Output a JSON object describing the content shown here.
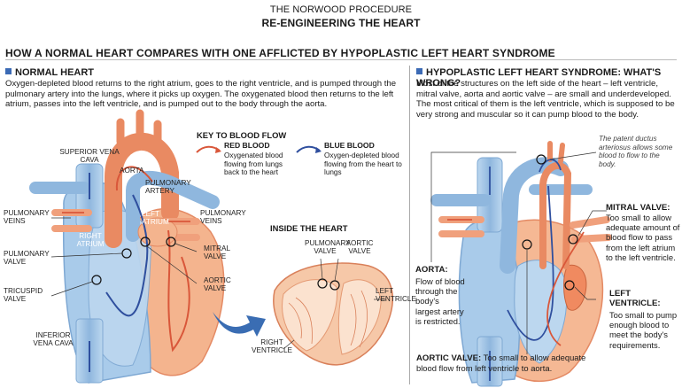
{
  "header": {
    "kicker": "THE NORWOOD PROCEDURE",
    "headline": "RE-ENGINEERING THE HEART",
    "subhead": "HOW A NORMAL HEART COMPARES WITH ONE AFFLICTED BY HYPOPLASTIC LEFT HEART SYNDROME"
  },
  "colors": {
    "red_blood": "#d9573a",
    "blue_blood": "#2f4f9e",
    "heart_tissue": "#f2a47c",
    "vessel_blue": "#9dc3e6",
    "bullet": "#3b6ab5"
  },
  "normal": {
    "title": "NORMAL HEART",
    "body": "Oxygen-depleted blood returns to the right atrium, goes to the right ventricle, and is pumped through the pulmonary artery into the lungs, where it picks up oxygen. The oxygenated blood then returns to the left atrium, passes into the left ventricle, and is pumped out to the body through the aorta.",
    "labels": {
      "superior_vena_cava": "SUPERIOR VENA CAVA",
      "aorta": "AORTA",
      "pulmonary_artery": "PULMONARY ARTERY",
      "pulmonary_veins_left": "PULMONARY VEINS",
      "pulmonary_veins_right": "PULMONARY VEINS",
      "right_atrium": "RIGHT ATRIUM",
      "left_atrium": "LEFT ATRIUM",
      "pulmonary_valve": "PULMONARY VALVE",
      "mitral_valve": "MITRAL VALVE",
      "aortic_valve": "AORTIC VALVE",
      "tricuspid_valve": "TRICUSPID VALVE",
      "inferior_vena_cava": "INFERIOR VENA CAVA"
    }
  },
  "key": {
    "title": "KEY TO BLOOD FLOW",
    "red_name": "RED BLOOD",
    "red_desc": "Oxygenated blood flowing from lungs back to the heart",
    "blue_name": "BLUE BLOOD",
    "blue_desc": "Oxygen-depleted blood flowing from the heart to lungs"
  },
  "inside": {
    "title": "INSIDE THE HEART",
    "pulmonary_valve": "PULMONARY VALVE",
    "aortic_valve": "AORTIC VALVE",
    "left_ventricle": "LEFT VENTRICLE",
    "right_ventricle": "RIGHT VENTRICLE"
  },
  "hlhs": {
    "title": "HYPOPLASTIC LEFT HEART SYNDROME: WHAT'S WRONG?",
    "body": "Most of the structures on the left side of the heart – left ventricle, mitral valve, aorta and aortic valve – are small and underdeveloped. The most critical of them is the left ventricle, which is supposed to be very strong and muscular so it can pump blood to the body.",
    "ductus_note": "The patent ductus arteriosus allows some blood to flow to the body.",
    "mitral_title": "MITRAL VALVE:",
    "mitral_body": "Too small to allow adequate amount of blood flow to pass from the left atrium to the left ventricle.",
    "aorta_title": "AORTA:",
    "aorta_body": "Flow of blood through the body's largest artery is restricted.",
    "lv_title": "LEFT VENTRICLE:",
    "lv_body": "Too small to pump enough blood to meet the body's requirements.",
    "aortic_title": "AORTIC VALVE:",
    "aortic_body": "Too small to allow adequate blood flow from left ventricle to aorta."
  }
}
